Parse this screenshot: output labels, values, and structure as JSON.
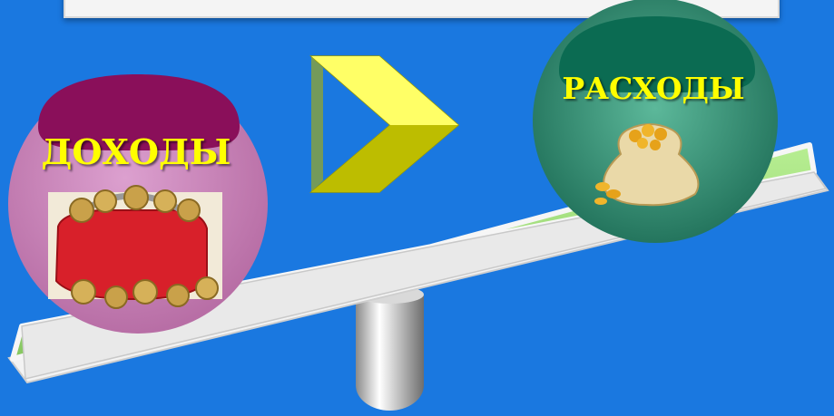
{
  "slide": {
    "title": "",
    "income_label": "ДОХОДЫ",
    "expense_label": "РАСХОДЫ",
    "comparison_symbol": ">"
  },
  "colors": {
    "background": "#1a78e0",
    "income_circle": "#c97fb5",
    "income_cap": "#8a0f5a",
    "expense_circle": "#2f9077",
    "expense_cap": "#0b6b52",
    "plank": "#9fdb7a",
    "arrow": "#f2f200",
    "label_text": "#ffff00"
  },
  "icons": {
    "income": "red-coin-purse-icon",
    "expense": "gold-coin-sack-icon",
    "fulcrum": "gray-cylinder-fulcrum"
  }
}
